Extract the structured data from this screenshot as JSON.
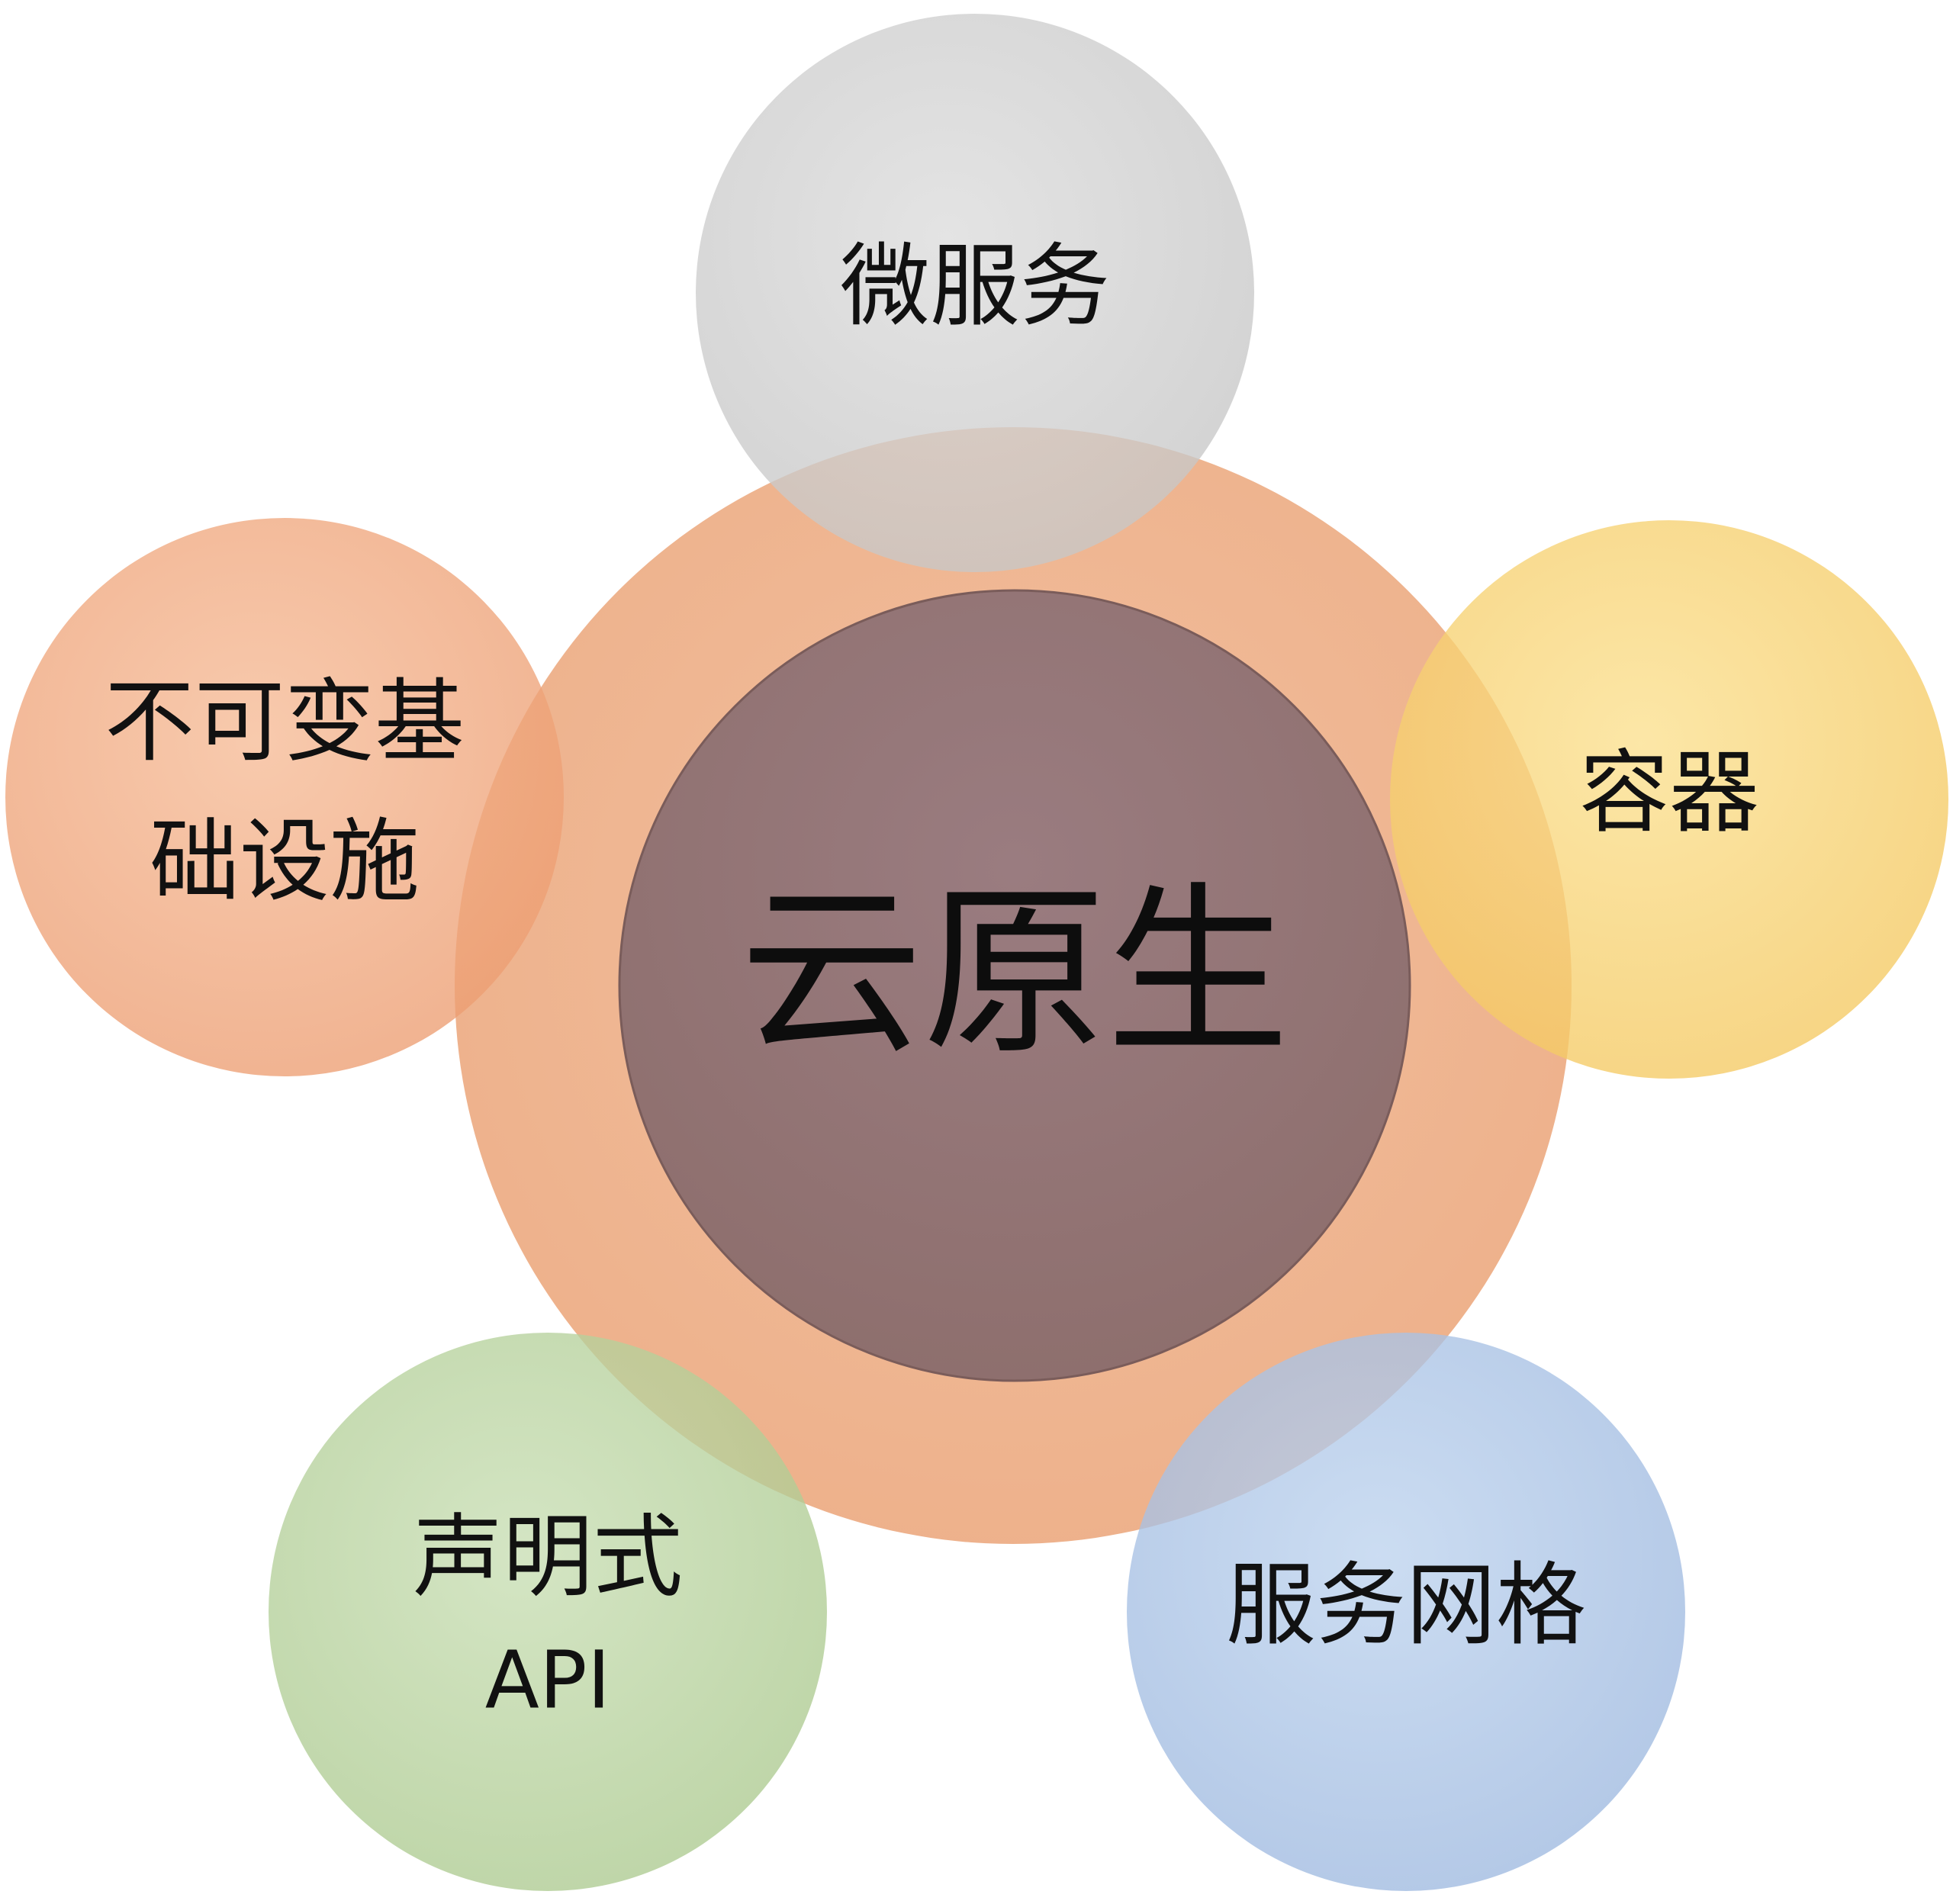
{
  "center": {
    "label": "云原生",
    "inner_color": "#947474",
    "ring_color": "#F0B590"
  },
  "nodes": [
    {
      "id": "microservices",
      "lines": [
        "微服务"
      ],
      "color": "#D3D3D3"
    },
    {
      "id": "containers",
      "lines": [
        "容器"
      ],
      "color": "#F8D27A"
    },
    {
      "id": "service-mesh",
      "lines": [
        "服务网格"
      ],
      "color": "#A9C4E6"
    },
    {
      "id": "declarative-api",
      "lines": [
        "声明式",
        "API"
      ],
      "color": "#B7D29E"
    },
    {
      "id": "immutable-infrastructure",
      "lines": [
        "不可变基",
        "础设施"
      ],
      "color": "#EFA47B"
    }
  ]
}
